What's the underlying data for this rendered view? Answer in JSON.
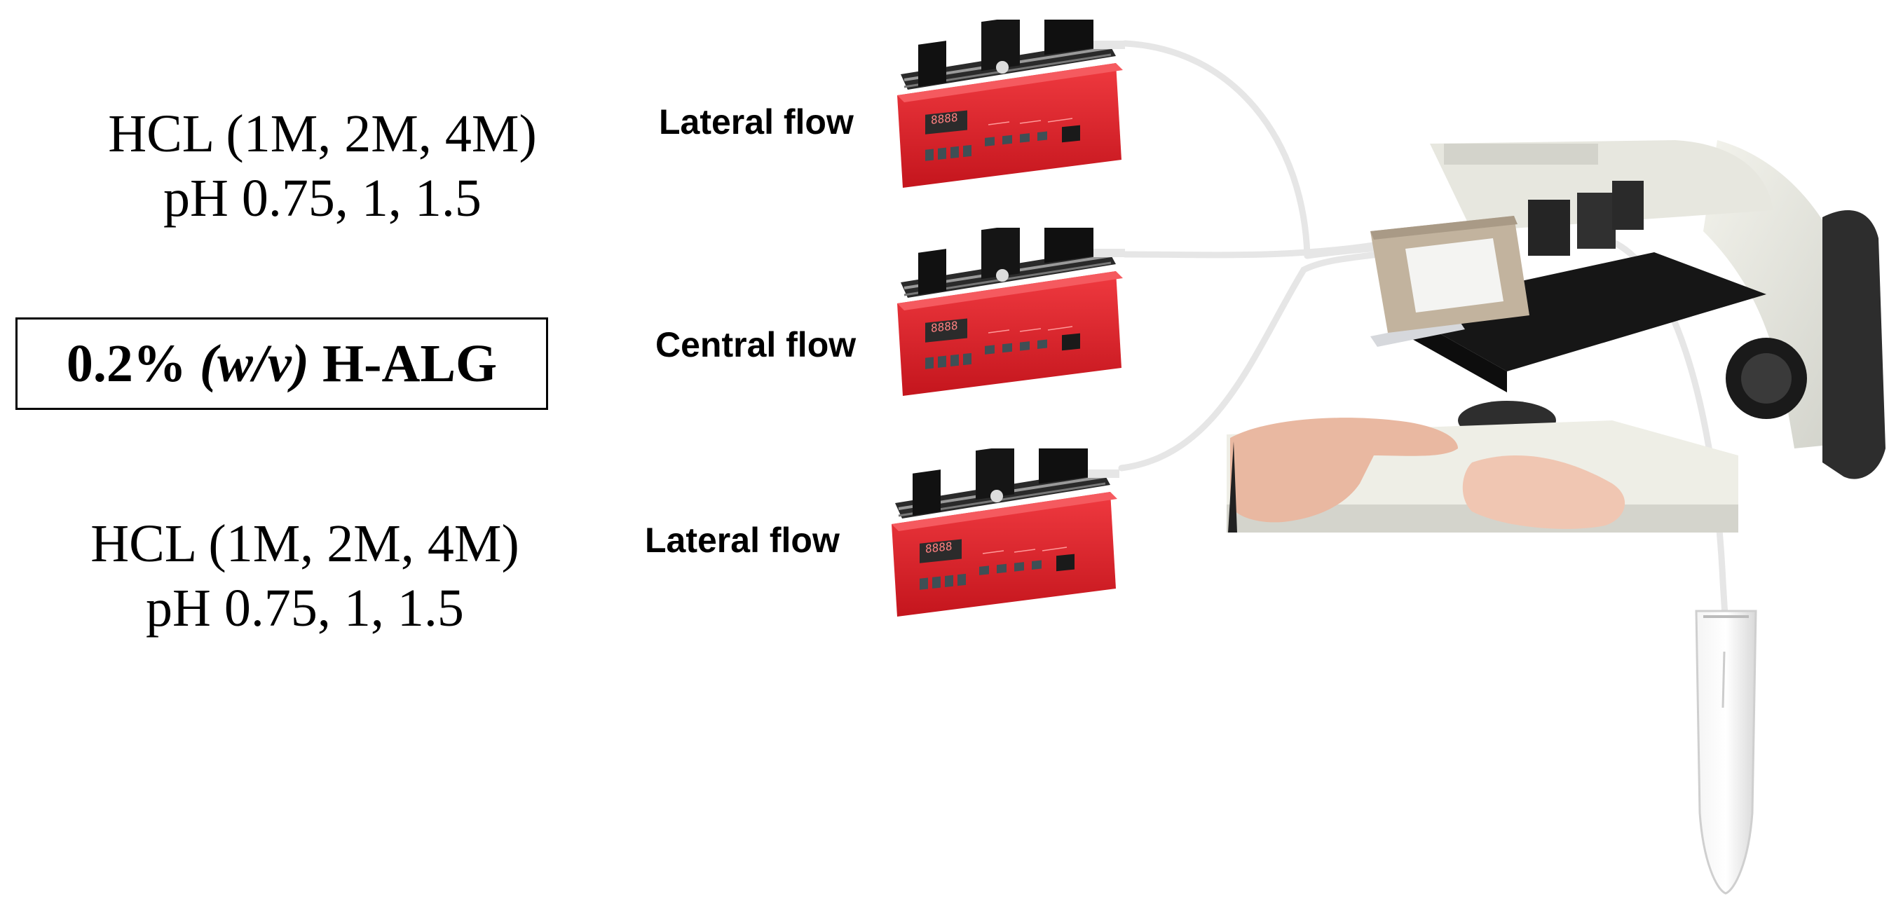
{
  "reagents": {
    "top": {
      "line1": "HCL (1M, 2M, 4M)",
      "line2": "pH 0.75, 1, 1.5"
    },
    "bottom": {
      "line1": "HCL (1M, 2M, 4M)",
      "line2": "pH 0.75, 1, 1.5"
    }
  },
  "solution": {
    "prefix": "0.2% ",
    "italic": "(w/v)",
    "suffix": " H-ALG"
  },
  "flows": {
    "top": "Lateral flow",
    "middle": "Central flow",
    "bottom": "Lateral flow"
  },
  "colors": {
    "pump_body": "#e3232b",
    "pump_dark": "#1c1c1c",
    "tubing": "#e9e9e9",
    "microscope_body": "#ecece4",
    "chip": "#c2b39e"
  },
  "icons": [
    "syringe-pump-icon",
    "microscope-icon",
    "microfluidic-chip-icon",
    "collection-tube-icon",
    "hands-image"
  ]
}
